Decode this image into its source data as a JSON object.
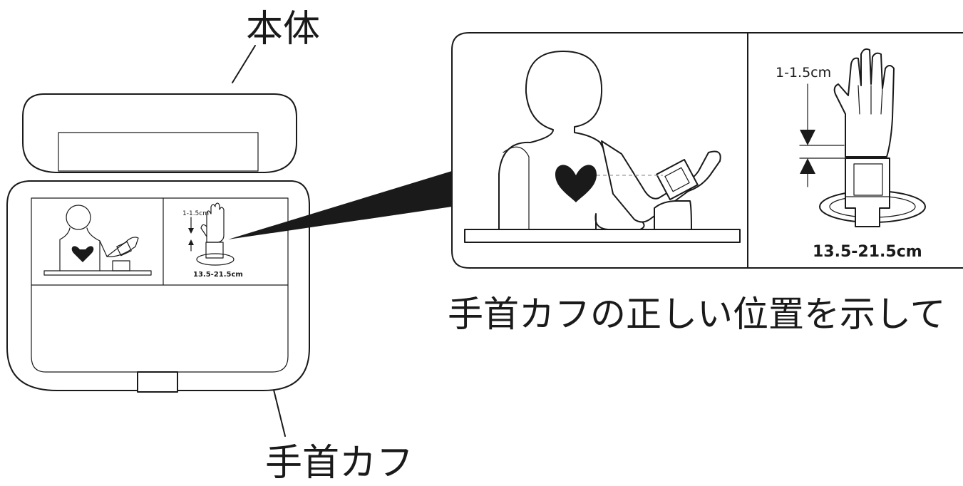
{
  "labels": {
    "main_unit": "本体",
    "wrist_cuff": "手首カフ",
    "caption": "手首カフの正しい位置を示して"
  },
  "measurements": {
    "distance_from_wrist": "1-1.5cm",
    "wrist_circumference": "13.5-21.5cm"
  },
  "colors": {
    "line": "#1a1a1a",
    "heart": "#1a1a1a",
    "dashed_guide": "#9a9a9a",
    "background": "#ffffff"
  }
}
